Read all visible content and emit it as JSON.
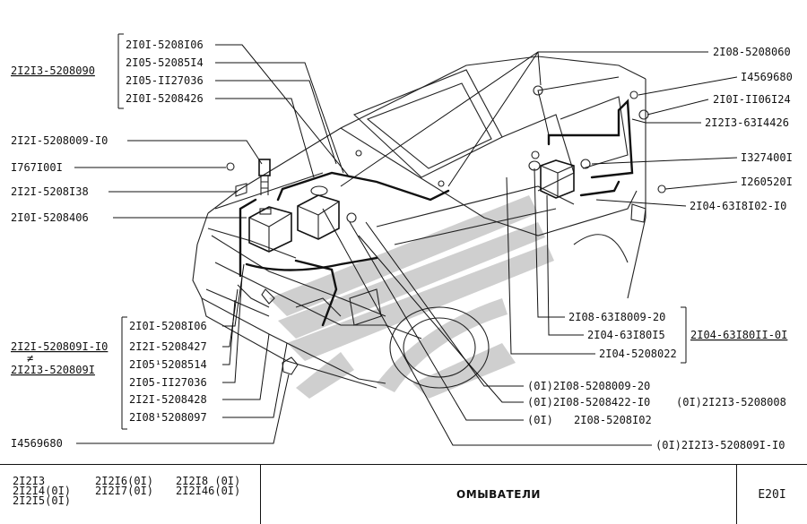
{
  "labels_left": {
    "group_top": [
      "2I0I-5208I06",
      "2I05-52085I4",
      "2I05-II27036",
      "2I0I-5208426"
    ],
    "group_top_ref": "2I2I3-5208090",
    "l1": "2I2I-5208009-I0",
    "l2": "I767I00I",
    "l3": "2I2I-5208I38",
    "l4": "2I0I-5208406",
    "group_bottom": [
      "2I0I-5208I06",
      "2I2I-5208427",
      "2I05¹5208514",
      "2I05-II27036",
      "2I2I-5208428",
      "2I08¹5208097"
    ],
    "group_bottom_ref1": "2I2I-520809I-I0",
    "group_bottom_ref_sep": "≠",
    "group_bottom_ref2": "2I2I3-520809I",
    "bottom_single": "I4569680"
  },
  "labels_right": {
    "r1": "2I08-5208060",
    "r2": "I4569680",
    "r3": "2I0I-II06I24",
    "r4": "2I2I3-63I4426",
    "r5": "I327400I",
    "r6": "I260520I",
    "r7": "2I04-63I8I02-I0",
    "bracket_items": [
      "2I08-63I8009-20",
      "2I04-63I80I5",
      "2I04-5208022"
    ],
    "bracket_ref": "2I04-63I80II-0I",
    "b1": "(0I)2I08-5208009-20",
    "b2": "(0I)2I08-5208422-I0",
    "b2_ref": "(0I)2I2I3-5208008",
    "b3_prefix": "(0I)",
    "b3": "2I08-5208I02",
    "b4": "(0I)2I2I3-520809I-I0"
  },
  "footer": {
    "models": [
      "2I2I3",
      "2I2I4(0I)",
      "2I2I5(0I)",
      "2I2I6(0I)",
      "2I2I7(0I)",
      "2I2I8 (0I)",
      "2I2I46(0I)"
    ],
    "title": "ОМЫВАТЕЛИ",
    "page": "E20I"
  }
}
